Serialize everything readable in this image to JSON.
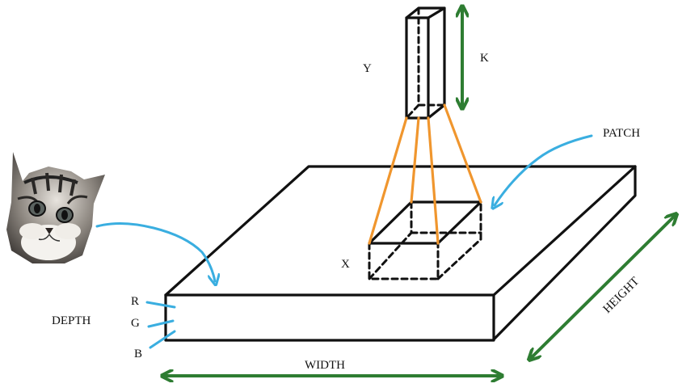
{
  "labels": {
    "y": "Y",
    "k": "K",
    "patch": "PATCH",
    "x": "X",
    "r": "R",
    "g": "G",
    "b": "B",
    "depth": "DEPTH",
    "width": "WIDTH",
    "height": "HEIGHT"
  },
  "colors": {
    "outline": "#111111",
    "projection_lines": "#f0962e",
    "pointer_arrows": "#3aaee0",
    "dimension_arrows": "#2e7d32"
  }
}
